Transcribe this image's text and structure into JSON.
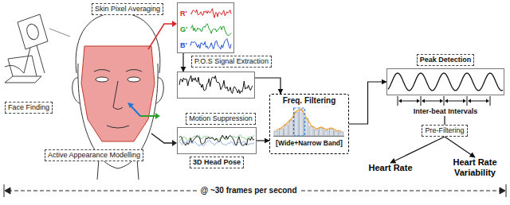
{
  "diagram": {
    "nodes": [
      {
        "text": [
          "Skin Pixel Averaging"
        ]
      },
      {
        "text": [
          "R'",
          "G'",
          "B'"
        ]
      },
      {
        "text": [
          "P.O.S Signal Extraction"
        ]
      },
      {
        "text": [
          "Motion Suppression"
        ]
      },
      {
        "text": [
          "Face Finding"
        ]
      },
      {
        "text": [
          "Active Appearance Modelling"
        ]
      },
      {
        "text": [
          "3D Head Pose"
        ]
      },
      {
        "text": [
          "Freq. Filtering",
          "[Wide+Narrow Band]"
        ]
      },
      {
        "text": [
          "Peak Detection",
          "Inter-beat Intervals"
        ]
      },
      {
        "text": [
          "Pre-Filtering"
        ]
      },
      {
        "text": [
          "Heart Rate"
        ]
      },
      {
        "text": [
          "Heart Rate Variability"
        ]
      }
    ],
    "edges": [
      {
        "from": 1,
        "to": 2,
        "arrow": "to"
      },
      {
        "from": 2,
        "to": 7,
        "arrow": "to"
      },
      {
        "from": 6,
        "to": 7,
        "arrow": "to"
      },
      {
        "from": 7,
        "to": 8,
        "arrow": "to"
      },
      {
        "from": 8,
        "to": 9,
        "arrow": "none"
      },
      {
        "from": 9,
        "to": 10,
        "arrow": "to"
      },
      {
        "from": 9,
        "to": 11,
        "arrow": "to"
      }
    ],
    "labels": [
      "@ ~30 frames per second"
    ]
  }
}
